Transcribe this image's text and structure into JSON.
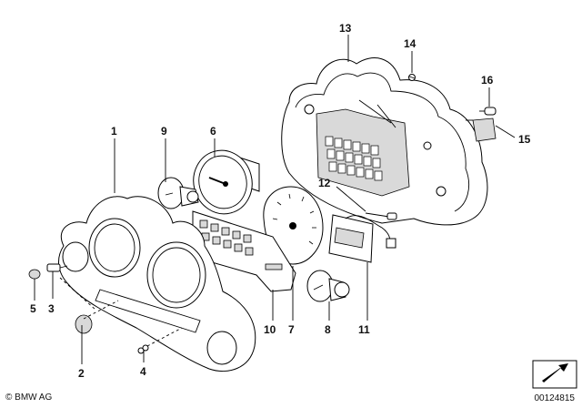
{
  "labels": {
    "p1": "1",
    "p2": "2",
    "p3": "3",
    "p4": "4",
    "p5": "5",
    "p6": "6",
    "p7": "7",
    "p8": "8",
    "p9": "9",
    "p10": "10",
    "p11": "11",
    "p12": "12",
    "p13": "13",
    "p14": "14",
    "p15": "15",
    "p16": "16"
  },
  "footer": {
    "copyright": "© BMW AG",
    "image_id": "00124815"
  }
}
